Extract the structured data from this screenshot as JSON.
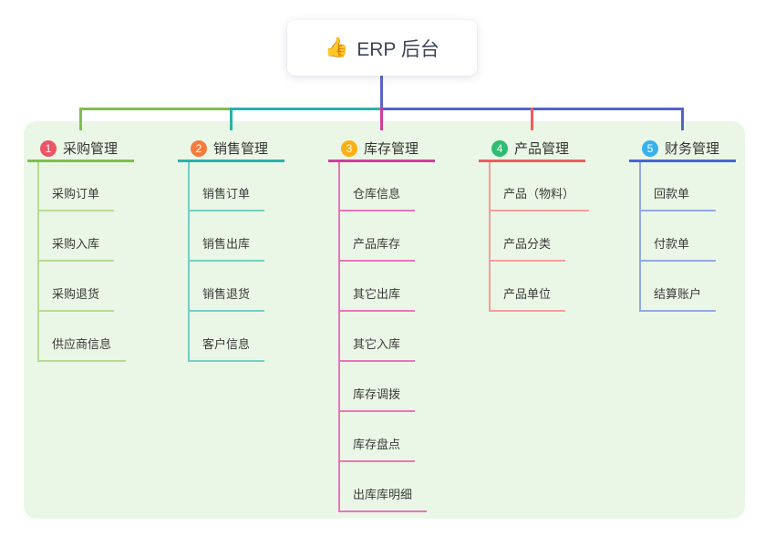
{
  "root": {
    "icon": "👍",
    "label": "ERP 后台"
  },
  "branches": [
    {
      "num": "1",
      "label": "采购管理",
      "children": [
        {
          "label": "采购订单"
        },
        {
          "label": "采购入库"
        },
        {
          "label": "采购退货"
        },
        {
          "label": "供应商信息"
        }
      ]
    },
    {
      "num": "2",
      "label": "销售管理",
      "children": [
        {
          "label": "销售订单"
        },
        {
          "label": "销售出库"
        },
        {
          "label": "销售退货"
        },
        {
          "label": "客户信息"
        }
      ]
    },
    {
      "num": "3",
      "label": "库存管理",
      "children": [
        {
          "label": "仓库信息"
        },
        {
          "label": "产品库存"
        },
        {
          "label": "其它出库"
        },
        {
          "label": "其它入库"
        },
        {
          "label": "库存调拨"
        },
        {
          "label": "库存盘点"
        },
        {
          "label": "出库库明细"
        }
      ]
    },
    {
      "num": "4",
      "label": "产品管理",
      "children": [
        {
          "label": "产品（物料）"
        },
        {
          "label": "产品分类"
        },
        {
          "label": "产品单位"
        }
      ]
    },
    {
      "num": "5",
      "label": "财务管理",
      "children": [
        {
          "label": "回款单"
        },
        {
          "label": "付款单"
        },
        {
          "label": "结算账户"
        }
      ]
    }
  ],
  "colors": {
    "panel_background": "#ebf7e6",
    "root_connector": "#5a63c9",
    "branch_main": [
      "#7fbf4d",
      "#28b3a9",
      "#d13c9c",
      "#f15c5c",
      "#4467d7"
    ],
    "branch_light": [
      "#b7db93",
      "#74cfc4",
      "#ea74ba",
      "#f59c9c",
      "#92a9e6"
    ],
    "badge_fill": [
      "#ec5565",
      "#f57b3d",
      "#fbb018",
      "#2ebd71",
      "#38b1ec"
    ],
    "text_dark": "#333333",
    "root_text": "#3c4658"
  }
}
